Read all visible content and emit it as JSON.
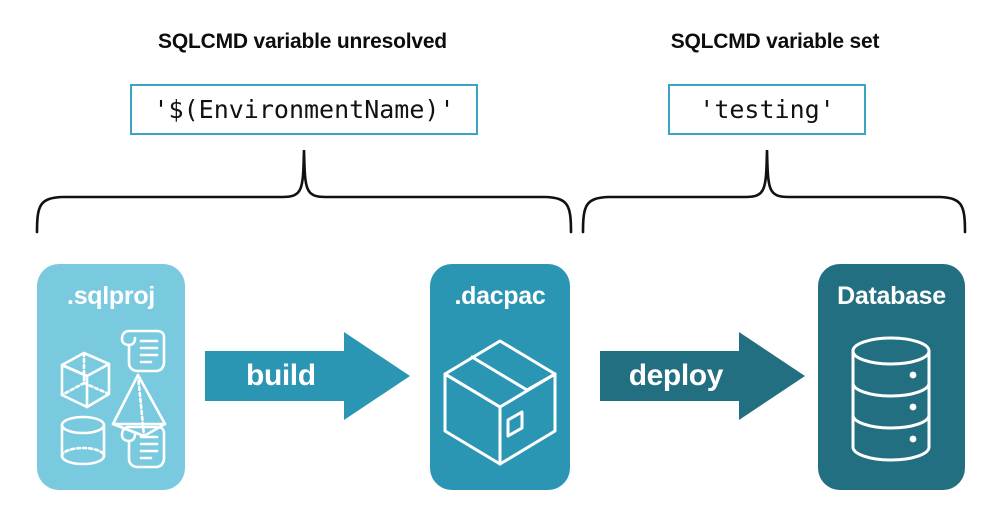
{
  "diagram": {
    "background": "#ffffff",
    "sections": [
      {
        "id": "left",
        "title": "SQLCMD variable unresolved",
        "code_value": "'$(EnvironmentName)'"
      },
      {
        "id": "right",
        "title": "SQLCMD variable set",
        "code_value": "'testing'"
      }
    ],
    "nodes": [
      {
        "id": "sqlproj",
        "label": ".sqlproj",
        "color": "#79cadf",
        "icons": [
          "cube-icon",
          "pyramid-icon",
          "cylinder-icon",
          "scroll-icon",
          "scroll-icon"
        ]
      },
      {
        "id": "dacpac",
        "label": ".dacpac",
        "color": "#2b96b4",
        "icons": [
          "package-box-icon"
        ]
      },
      {
        "id": "database",
        "label": "Database",
        "color": "#236f82",
        "icons": [
          "database-cylinder-icon"
        ]
      }
    ],
    "arrows": [
      {
        "id": "build",
        "label": "build",
        "color": "#2b96b4",
        "from": "sqlproj",
        "to": "dacpac"
      },
      {
        "id": "deploy",
        "label": "deploy",
        "color": "#236f82",
        "from": "dacpac",
        "to": "database"
      }
    ],
    "braces": [
      {
        "id": "brace-left",
        "covers": [
          "sqlproj",
          "build",
          "dacpac"
        ]
      },
      {
        "id": "brace-right",
        "covers": [
          "dacpac",
          "deploy",
          "database"
        ]
      }
    ],
    "accent_colors": {
      "code_border": "#3aa4c4",
      "brace_stroke": "#111111",
      "text": "#0d0d0d"
    }
  }
}
